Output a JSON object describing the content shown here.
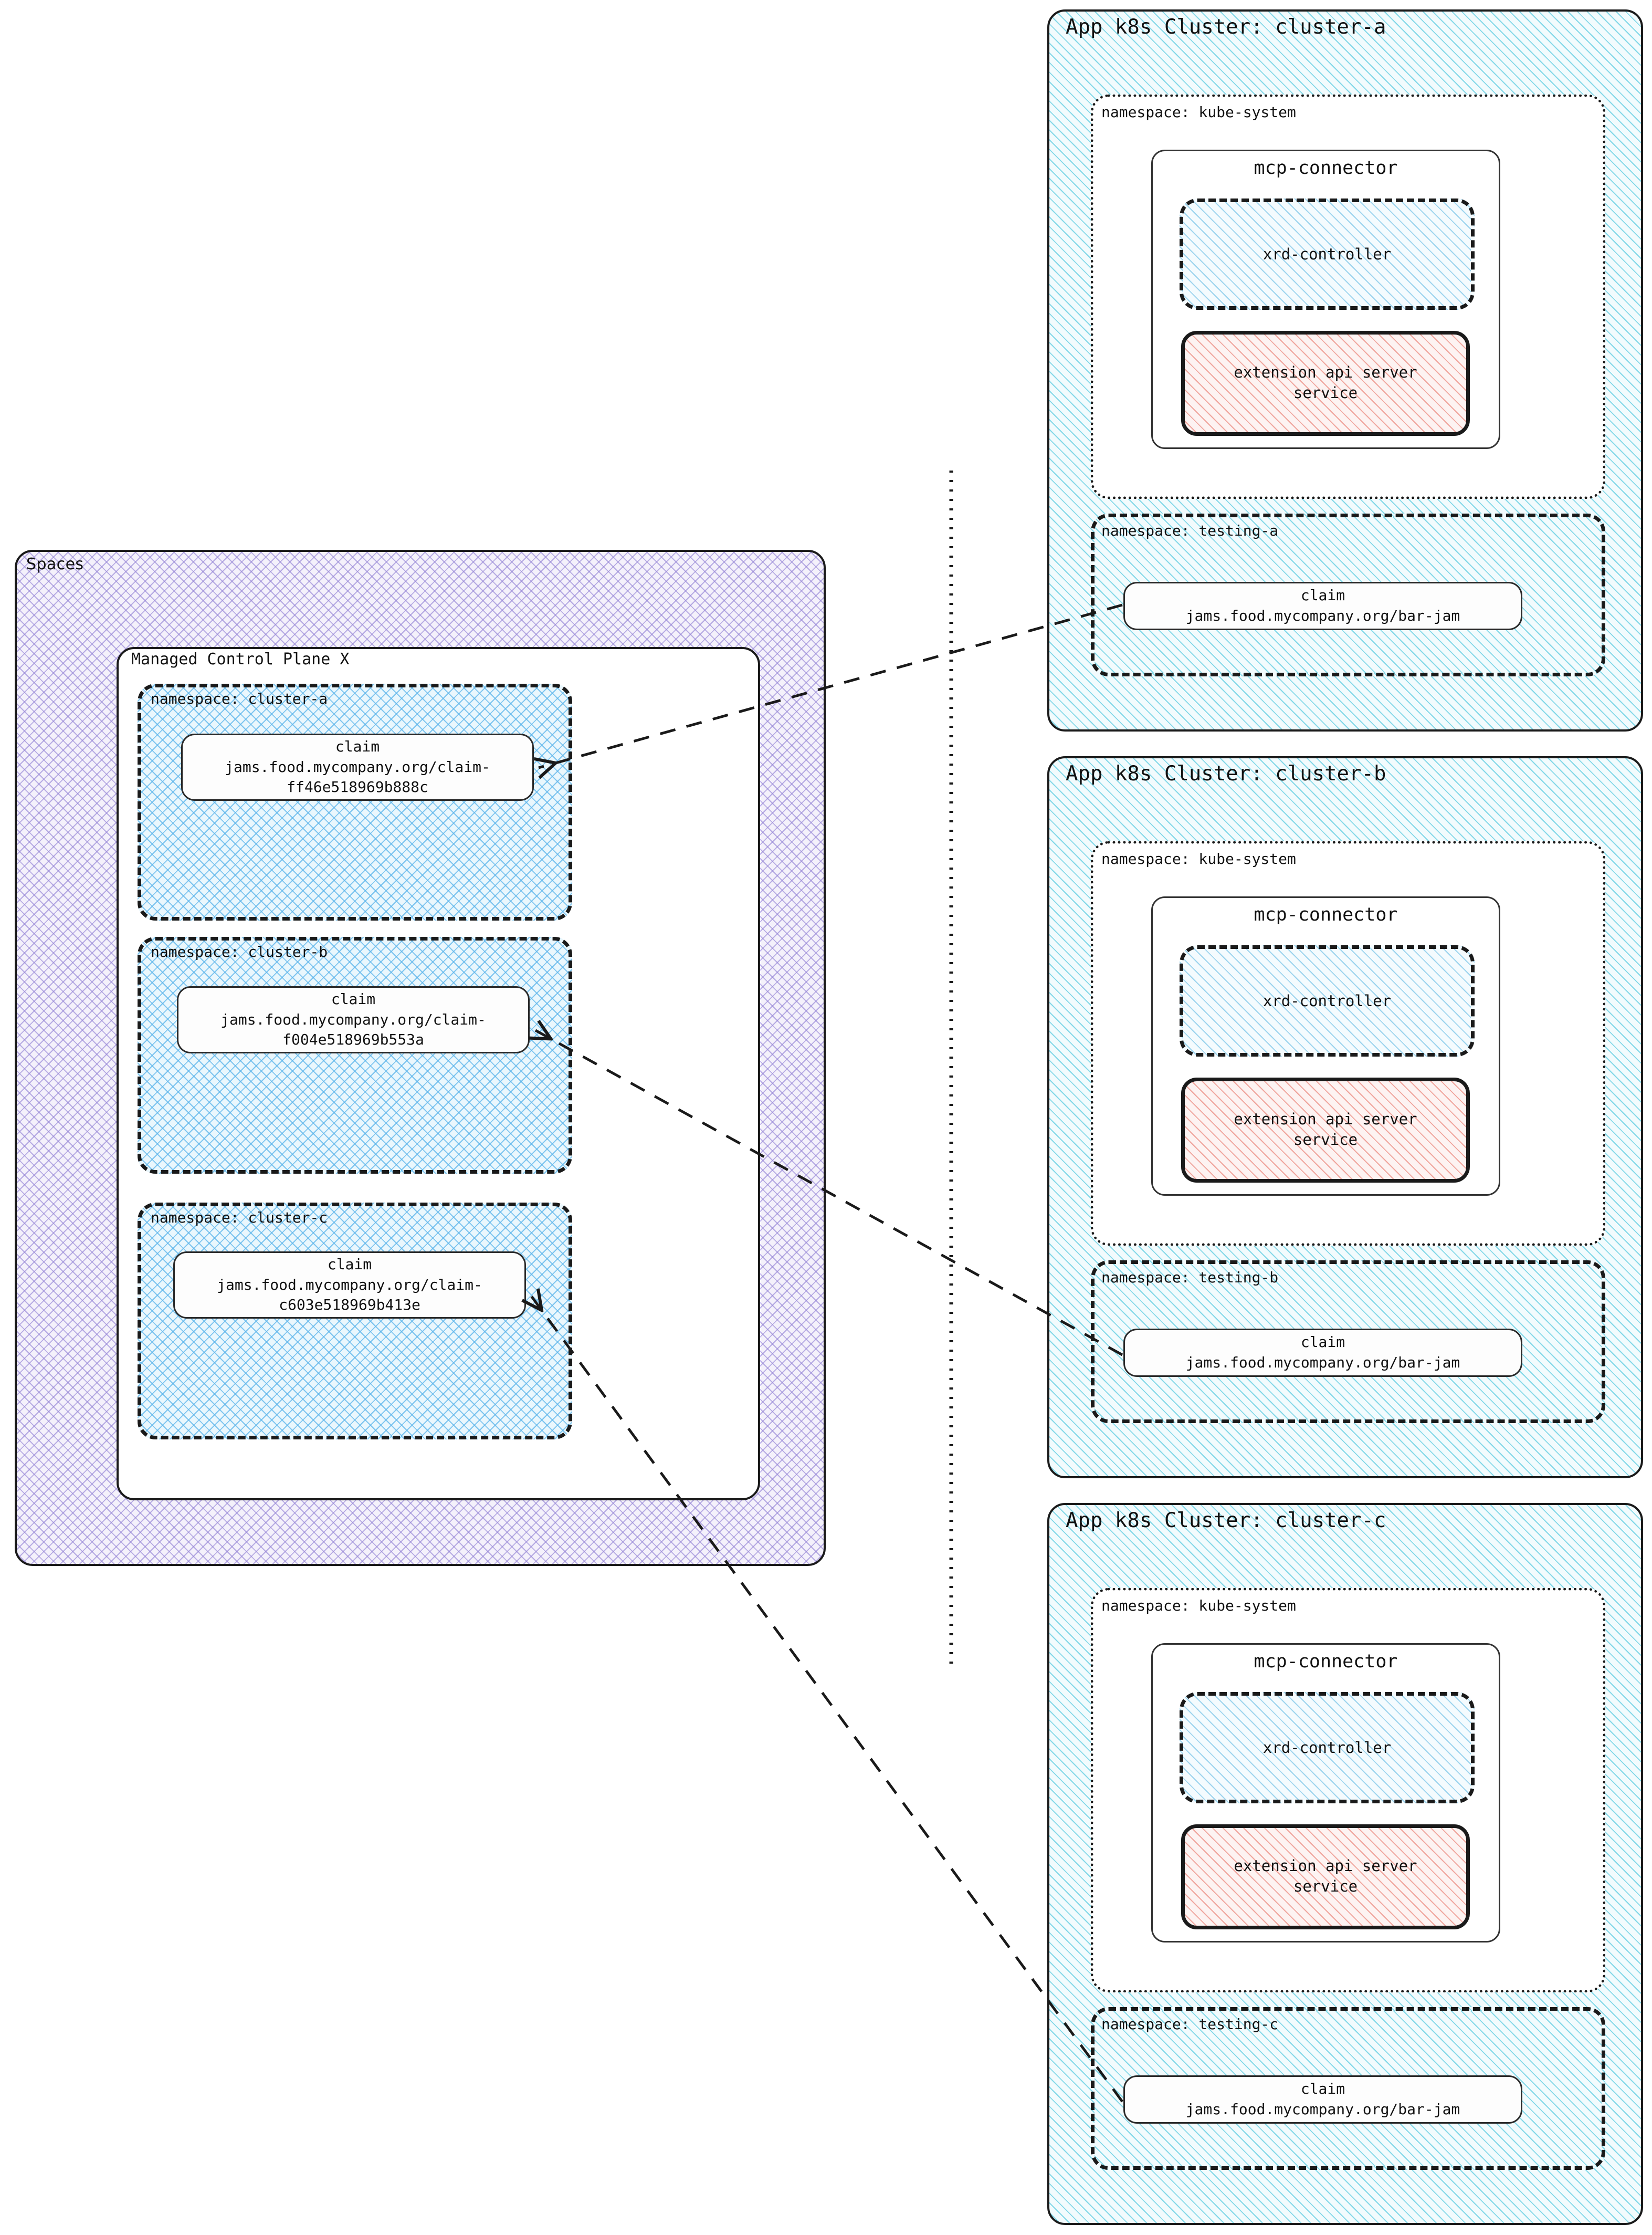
{
  "colors": {
    "ink": "#111111",
    "spaces_hatch": "#9686d6",
    "namespace_hatch": "#5ab4eb",
    "cluster_hatch": "#5fcde1",
    "service_hatch": "#eb8c82",
    "paper": "#ffffff"
  },
  "spaces": {
    "label": "Spaces",
    "control_plane": {
      "label": "Managed Control Plane X",
      "namespaces": [
        {
          "label": "namespace: cluster-a",
          "claim": {
            "kind": "claim",
            "ref": "jams.food.mycompany.org/claim-ff46e518969b888c",
            "ref_line1": "jams.food.mycompany.org/claim-",
            "ref_line2": "ff46e518969b888c"
          }
        },
        {
          "label": "namespace: cluster-b",
          "claim": {
            "kind": "claim",
            "ref": "jams.food.mycompany.org/claim-f004e518969b553a",
            "ref_line1": "jams.food.mycompany.org/claim-",
            "ref_line2": "f004e518969b553a"
          }
        },
        {
          "label": "namespace: cluster-c",
          "claim": {
            "kind": "claim",
            "ref": "jams.food.mycompany.org/claim-c603e518969b413e",
            "ref_line1": "jams.food.mycompany.org/claim-",
            "ref_line2": "c603e518969b413e"
          }
        }
      ]
    }
  },
  "clusters": [
    {
      "title": "App k8s Cluster: cluster-a",
      "kube_system": {
        "label": "namespace: kube-system",
        "mcp_connector": {
          "title": "mcp-connector",
          "xrd_controller": "xrd-controller",
          "extension_api_server": {
            "line1": "extension api server",
            "line2": "service"
          }
        }
      },
      "testing": {
        "label": "namespace: testing-a",
        "claim": {
          "kind": "claim",
          "ref": "jams.food.mycompany.org/bar-jam"
        }
      }
    },
    {
      "title": "App k8s Cluster: cluster-b",
      "kube_system": {
        "label": "namespace: kube-system",
        "mcp_connector": {
          "title": "mcp-connector",
          "xrd_controller": "xrd-controller",
          "extension_api_server": {
            "line1": "extension api server",
            "line2": "service"
          }
        }
      },
      "testing": {
        "label": "namespace: testing-b",
        "claim": {
          "kind": "claim",
          "ref": "jams.food.mycompany.org/bar-jam"
        }
      }
    },
    {
      "title": "App k8s Cluster: cluster-c",
      "kube_system": {
        "label": "namespace: kube-system",
        "mcp_connector": {
          "title": "mcp-connector",
          "xrd_controller": "xrd-controller",
          "extension_api_server": {
            "line1": "extension api server",
            "line2": "service"
          }
        }
      },
      "testing": {
        "label": "namespace: testing-c",
        "claim": {
          "kind": "claim",
          "ref": "jams.food.mycompany.org/bar-jam"
        }
      }
    }
  ],
  "connectors": [
    {
      "from": "testing-a-claim",
      "to": "cluster-a-claim",
      "style": "dashed-arrow"
    },
    {
      "from": "testing-b-claim",
      "to": "cluster-b-claim",
      "style": "dashed-arrow"
    },
    {
      "from": "testing-c-claim",
      "to": "cluster-c-claim",
      "style": "dashed-arrow"
    }
  ],
  "divider": {
    "style": "dotted-vertical"
  }
}
